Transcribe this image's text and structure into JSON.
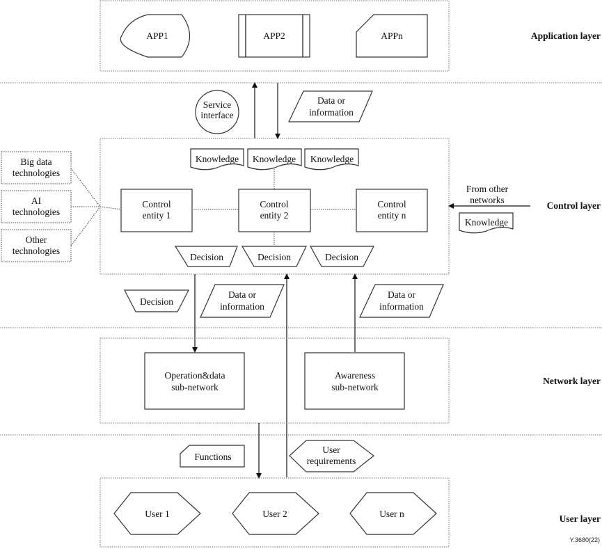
{
  "layers": {
    "application": "Application layer",
    "control": "Control layer",
    "network": "Network layer",
    "user": "User layer"
  },
  "apps": [
    "APP1",
    "APP2",
    "APPn"
  ],
  "service_interface": [
    "Service",
    "interface"
  ],
  "data_info": [
    "Data or",
    "information"
  ],
  "knowledge": "Knowledge",
  "control_entities": [
    [
      "Control",
      "entity 1"
    ],
    [
      "Control",
      "entity 2"
    ],
    [
      "Control",
      "entity n"
    ]
  ],
  "decision": "Decision",
  "technologies": [
    [
      "Big data",
      "technologies"
    ],
    [
      "AI",
      "technologies"
    ],
    [
      "Other",
      "technologies"
    ]
  ],
  "from_other_networks": [
    "From other",
    "networks"
  ],
  "subnetworks": [
    [
      "Operation&data",
      "sub-network"
    ],
    [
      "Awareness",
      "sub-network"
    ]
  ],
  "functions": "Functions",
  "user_requirements": [
    "User",
    "requirements"
  ],
  "users": [
    "User 1",
    "User 2",
    "User n"
  ],
  "figure_id": "Y.3680(22)"
}
